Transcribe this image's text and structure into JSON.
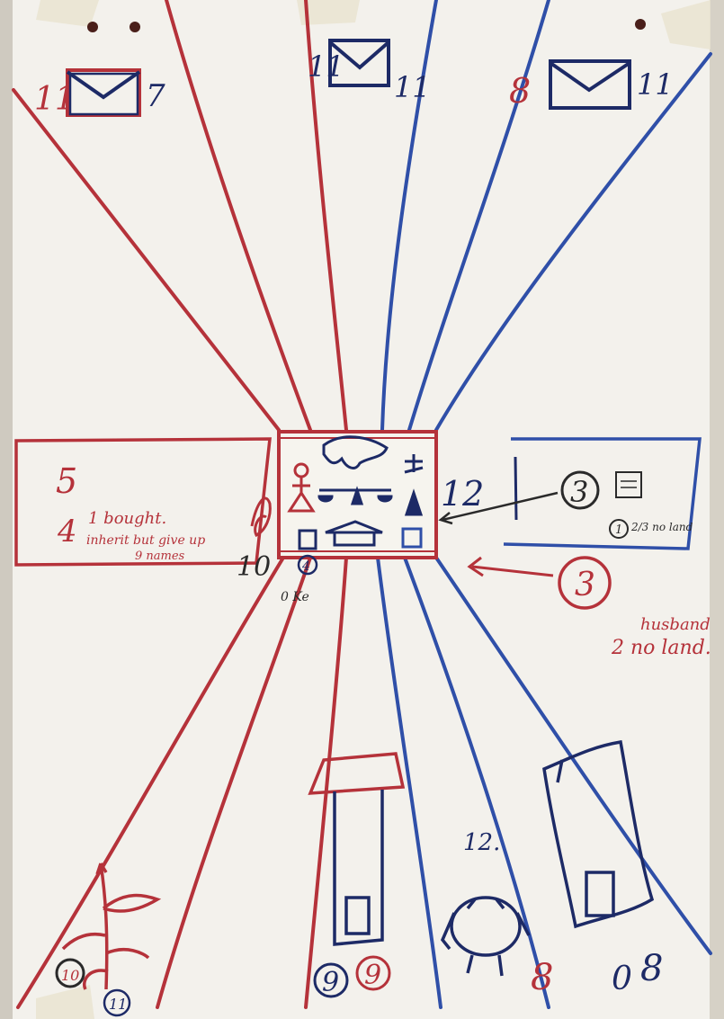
{
  "colors": {
    "paper": "#f3f1ec",
    "red_marker": "#b5323a",
    "blue_marker": "#2f4fa8",
    "navy_marker": "#1d2a66",
    "black_marker": "#2a2a2a",
    "tape": "#e8e4cf",
    "backdrop": "#cfcac0"
  },
  "top": {
    "left_envelope": {
      "left_count": "11",
      "right_count": "7"
    },
    "middle_envelope": {
      "left_count": "11",
      "right_count": "11"
    },
    "right_envelope": {
      "left_count": "8",
      "right_count": "11"
    }
  },
  "left_box": {
    "big_number": "5",
    "line1": "1 bought.",
    "line2_num": "4",
    "line2_text": "inherit but give up",
    "line3": "9 names"
  },
  "center": {
    "left_count": "10",
    "right_count": "12",
    "circled_small": "4",
    "small_label": "0 Ke"
  },
  "right_box": {
    "circled_number": "3",
    "small_circled": "1",
    "small_text": "2/3 no land"
  },
  "right_annotation": {
    "circled_number": "3",
    "line1": "husband",
    "line2": "2 no land."
  },
  "bottom": {
    "plant_circled": "10",
    "plant_circled_2": "11",
    "house_circled_blue": "9",
    "house_circled_red": "9",
    "animal_top": "12.",
    "animal_side": "8",
    "doc_left": "0",
    "doc_right": "8"
  }
}
